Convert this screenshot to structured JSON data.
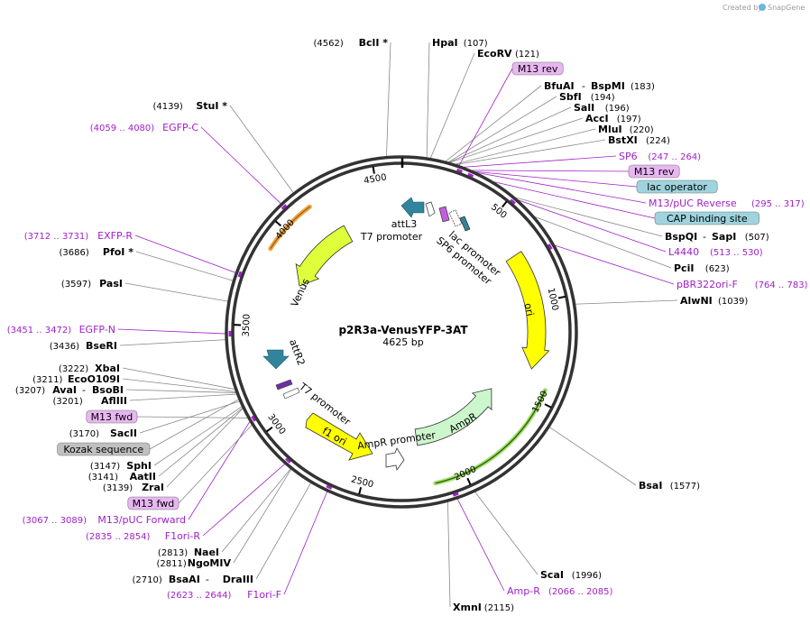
{
  "plasmid": {
    "name": "p2R3a-VenusYFP-3AT",
    "size_label": "4625 bp"
  },
  "credit": {
    "created_by": "Created by",
    "brand": "SnapGene"
  },
  "ruler_ticks": [
    "4500",
    "500",
    "4000",
    "1000",
    "3500",
    "1500",
    "3000",
    "2000",
    "2500"
  ],
  "sites": {
    "bcli": {
      "name": "BclI *",
      "pos": "(4562)"
    },
    "hpai": {
      "name": "HpaI",
      "pos": "(107)"
    },
    "ecorv": {
      "name": "EcoRV",
      "pos": "(121)"
    },
    "bfuai": {
      "name": "BfuAI",
      "name2": "BspMI",
      "pos": "(183)"
    },
    "sbfi": {
      "name": "SbfI",
      "pos": "(194)"
    },
    "sali": {
      "name": "SalI",
      "pos": "(196)"
    },
    "acci": {
      "name": "AccI",
      "pos": "(197)"
    },
    "mlui": {
      "name": "MluI",
      "pos": "(220)"
    },
    "bstxi": {
      "name": "BstXI",
      "pos": "(224)"
    },
    "bspqi": {
      "name": "BspQI",
      "name2": "SapI",
      "pos": "(507)"
    },
    "pcii": {
      "name": "PciI",
      "pos": "(623)"
    },
    "alwni": {
      "name": "AlwNI",
      "pos": "(1039)"
    },
    "bsai": {
      "name": "BsaI",
      "pos": "(1577)"
    },
    "scai": {
      "name": "ScaI",
      "pos": "(1996)"
    },
    "xmni": {
      "name": "XmnI",
      "pos": "(2115)"
    },
    "stui": {
      "name": "StuI *",
      "pos": "(4139)"
    },
    "pfoi": {
      "name": "PfoI *",
      "pos": "(3686)"
    },
    "pasi": {
      "name": "PasI",
      "pos": "(3597)"
    },
    "bseri": {
      "name": "BseRI",
      "pos": "(3436)"
    },
    "xbai": {
      "name": "XbaI",
      "pos": "(3222)"
    },
    "ecoo109i": {
      "name": "EcoO109I",
      "pos": "(3211)"
    },
    "avai": {
      "name": "AvaI",
      "name2": "BsoBI",
      "pos": "(3207)"
    },
    "afliii": {
      "name": "AflIII",
      "pos": "(3201)"
    },
    "saci": {
      "name": "SacII",
      "pos": "(3170)"
    },
    "sphi": {
      "name": "SphI",
      "pos": "(3147)"
    },
    "aatii": {
      "name": "AatII",
      "pos": "(3141)"
    },
    "zrai": {
      "name": "ZraI",
      "pos": "(3139)"
    },
    "naei": {
      "name": "NaeI",
      "pos": "(2813)"
    },
    "ngomiv": {
      "name": "NgoMIV",
      "pos": "(2811)"
    },
    "bsaai": {
      "name": "BsaAI",
      "name2": "DraIII",
      "pos": "(2710)"
    }
  },
  "features": {
    "egfpc": {
      "name": "EGFP-C",
      "range": "(4059 .. 4080)"
    },
    "sp6": {
      "name": "SP6",
      "range": "(247 .. 264)"
    },
    "m13puc_rev": {
      "name": "M13/pUC Reverse",
      "range": "(295 .. 317)"
    },
    "l4440": {
      "name": "L4440",
      "range": "(513 .. 530)"
    },
    "pbr322ori": {
      "name": "pBR322ori-F",
      "range": "(764 .. 783)"
    },
    "exfpr": {
      "name": "EXFP-R",
      "range": "(3712 .. 3731)"
    },
    "egfpn": {
      "name": "EGFP-N",
      "range": "(3451 .. 3472)"
    },
    "m13puc_fwd": {
      "name": "M13/pUC Forward",
      "range": "(3067 .. 3089)"
    },
    "f1ori_r": {
      "name": "F1ori-R",
      "range": "(2835 .. 2854)"
    },
    "f1ori_f": {
      "name": "F1ori-F",
      "range": "(2623 .. 2644)"
    },
    "ampr_primer": {
      "name": "Amp-R",
      "range": "(2066 .. 2085)"
    }
  },
  "boxed": {
    "m13rev_top": "M13 rev",
    "m13rev_2": "M13 rev",
    "lacop": "lac operator",
    "cap": "CAP binding site",
    "m13fwd_1": "M13 fwd",
    "kozak": "Kozak sequence",
    "m13fwd_2": "M13 fwd"
  },
  "inner_features": {
    "attl3": "attL3",
    "t7_top": "T7 promoter",
    "lac_promoter": "lac promoter",
    "sp6_promoter": "SP6 promoter",
    "venus": "Venus",
    "ori": "ori",
    "attr2": "attR2",
    "t7_bottom": "T7 promoter",
    "f1ori": "f1 ori",
    "ampr_promoter": "AmpR promoter",
    "ampr": "AmpR"
  },
  "colors": {
    "venus": "#dfff3a",
    "ori": "#ffff00",
    "f1ori": "#ffff00",
    "ampr": "#ccf7cc",
    "att": "#31849b",
    "feature": "#a020c8",
    "purple_box": "#e8b6f2",
    "teal_box": "#9fd4de",
    "gray_box": "#c0c0c0",
    "orange_highlight": "#f4a540",
    "green_highlight": "#58a020"
  }
}
